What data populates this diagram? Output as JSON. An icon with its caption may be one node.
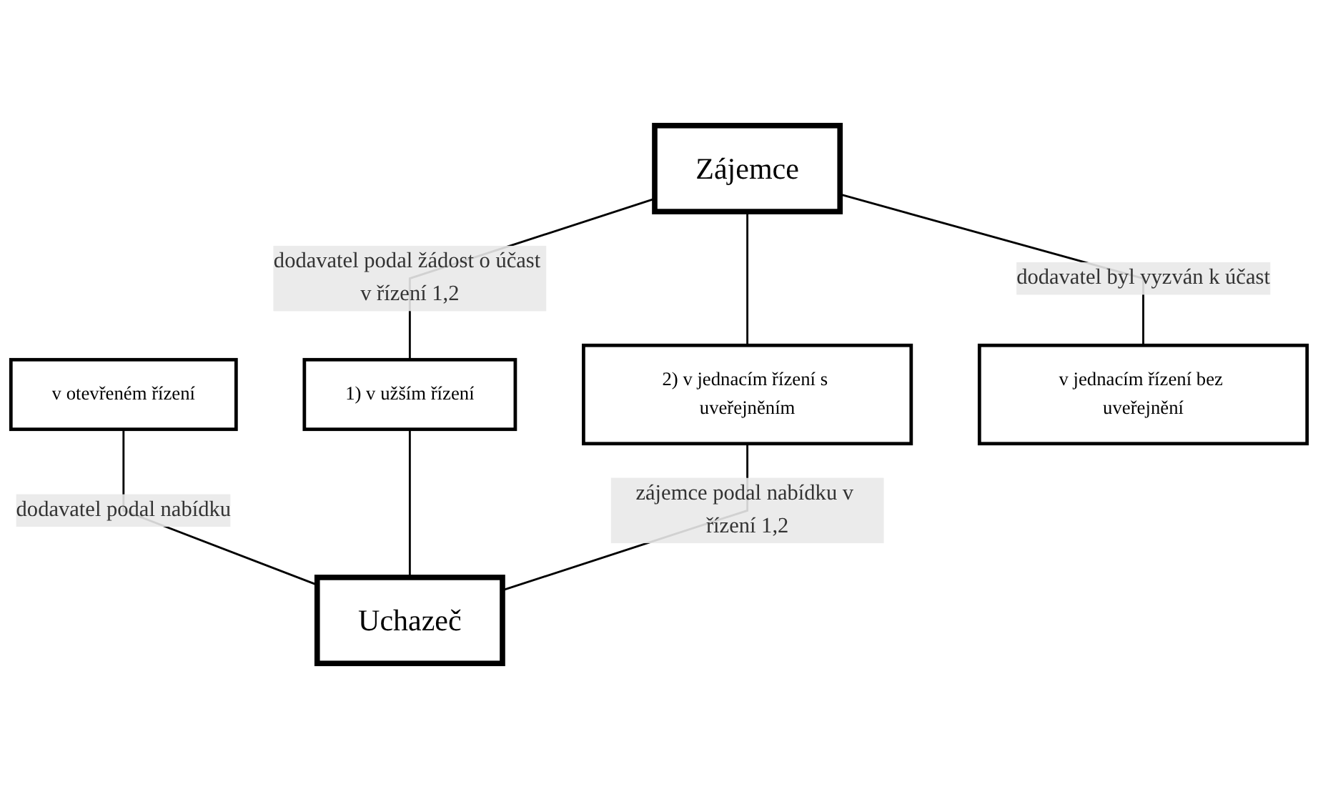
{
  "diagram": {
    "nodes": [
      {
        "text": [
          "Zájemce"
        ]
      },
      {
        "text": [
          "v otevřeném řízení"
        ]
      },
      {
        "text": [
          "1) v užším řízení"
        ]
      },
      {
        "text": [
          "2) v jednacím řízení s uveřejněním"
        ]
      },
      {
        "text": [
          "v jednacím řízení bez uveřejnění"
        ]
      },
      {
        "text": [
          "Uchazeč"
        ]
      }
    ],
    "edges": [
      {
        "from": 0,
        "to": 2,
        "arrow": "none",
        "label": "dodavatel podal žádost o účast v řízení 1,2"
      },
      {
        "from": 0,
        "to": 3,
        "arrow": "none"
      },
      {
        "from": 0,
        "to": 4,
        "arrow": "none",
        "label": "dodavatel byl vyzván k účast"
      },
      {
        "from": 1,
        "to": 5,
        "arrow": "none",
        "label": "dodavatel podal nabídku"
      },
      {
        "from": 2,
        "to": 5,
        "arrow": "none"
      },
      {
        "from": 3,
        "to": 5,
        "arrow": "none",
        "label": "zájemce podal nabídku v řízení 1,2"
      }
    ]
  }
}
